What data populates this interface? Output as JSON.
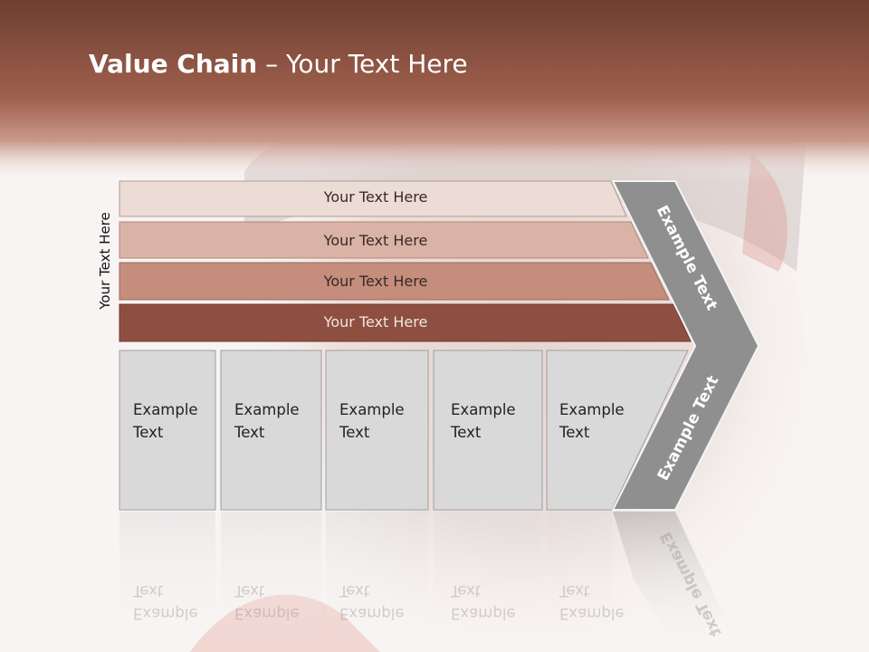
{
  "title": {
    "bold": "Value Chain",
    "rest": " – Your Text Here"
  },
  "side_label": "Your Text Here",
  "bars": [
    {
      "label": "Your Text Here",
      "color": "#ecdcd6"
    },
    {
      "label": "Your Text Here",
      "color": "#dab3a6"
    },
    {
      "label": "Your Text Here",
      "color": "#c48d7c"
    },
    {
      "label": "Your Text Here",
      "color": "#8e4f40"
    }
  ],
  "cells": [
    {
      "line1": "Example",
      "line2": "Text"
    },
    {
      "line1": "Example",
      "line2": "Text"
    },
    {
      "line1": "Example",
      "line2": "Text"
    },
    {
      "line1": "Example",
      "line2": "Text"
    },
    {
      "line1": "Example",
      "line2": "Text"
    }
  ],
  "chevron": {
    "upper": "Example Text",
    "lower": "Example Text",
    "color": "#8f8f8f"
  },
  "colors": {
    "header": "#8f4f3e",
    "cell_fill": "#d9d9d9"
  }
}
